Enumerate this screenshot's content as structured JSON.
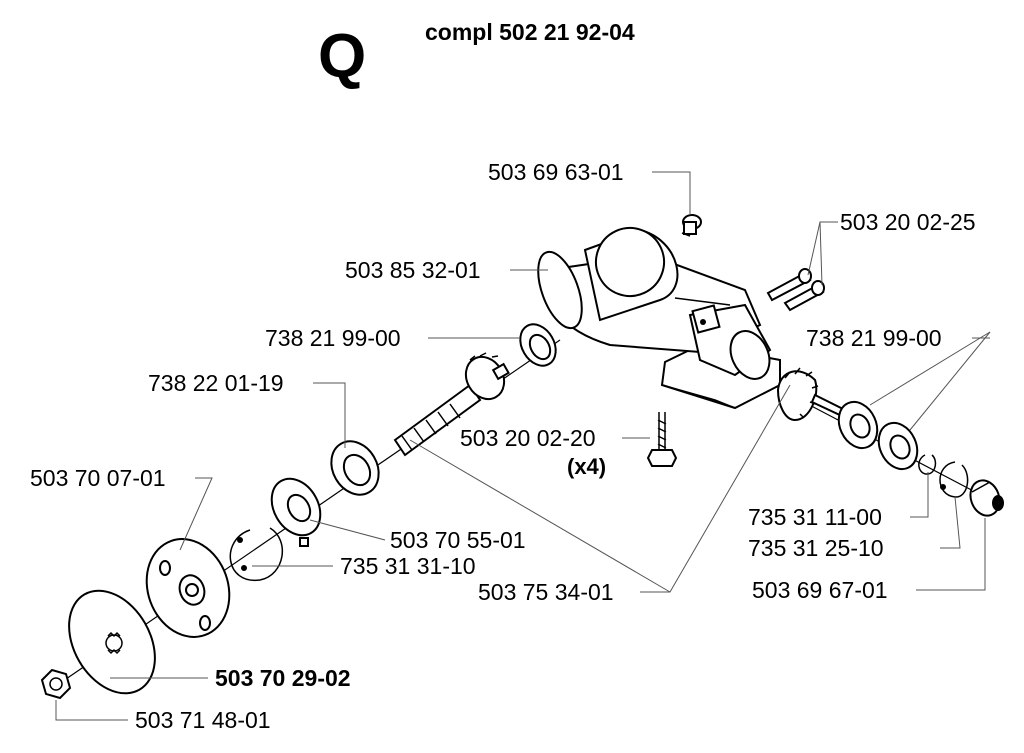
{
  "header": {
    "section_letter": "Q",
    "assembly_label": "compl 502 21 92-04"
  },
  "parts": {
    "screw_top": "503 69 63-01",
    "screws_pair": "503 20 02-25",
    "gear_housing": "503 85 32-01",
    "bearing_left": "738 21 99-00",
    "bearing_right": "738 21 99-00",
    "seal": "738 22 01-19",
    "bolt_bottom": "503 20 02-20",
    "bolt_bottom_qty": "(x4)",
    "flange_upper": "503 70 07-01",
    "washer": "503 70 55-01",
    "circlip_left": "735 31 31-10",
    "gear_set": "503 75 34-01",
    "circlip_small": "735 31 11-00",
    "circlip_right": "735 31 25-10",
    "cap": "503 69 67-01",
    "flange_lower": "503 70 29-02",
    "nut": "503 71 48-01"
  }
}
